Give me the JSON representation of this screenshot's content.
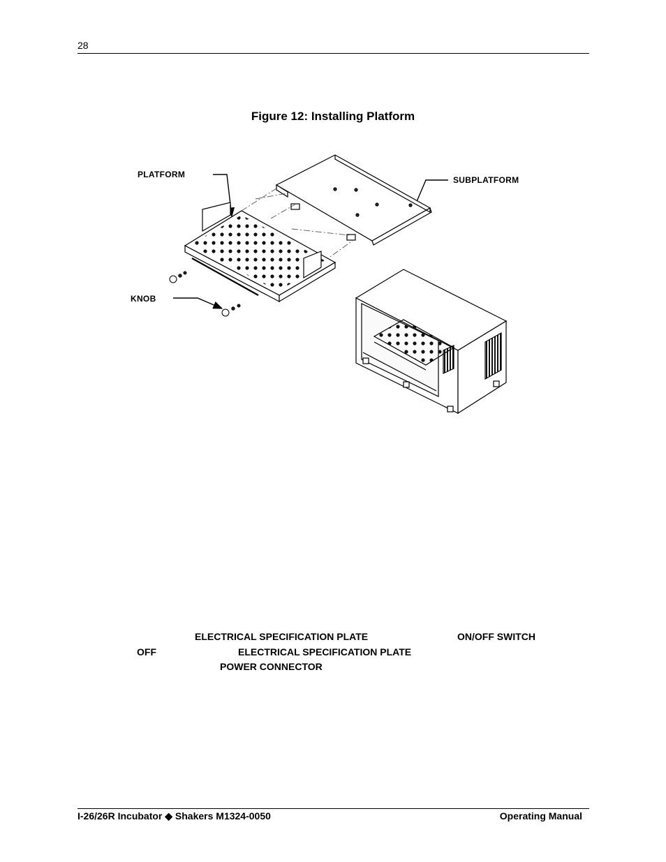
{
  "header": {
    "page_number": "28"
  },
  "figure": {
    "title": "Figure 12:  Installing Platform",
    "callouts": {
      "platform": "PLATFORM",
      "subplatform": "SUBPLATFORM",
      "knob": "KNOB"
    }
  },
  "body_fragments": {
    "electrical_plate_1": "ELECTRICAL SPECIFICATION PLATE",
    "on_off_switch": "ON/OFF SWITCH",
    "off": "OFF",
    "electrical_plate_2": "ELECTRICAL SPECIFICATION PLATE",
    "power_connector": "POWER CONNECTOR"
  },
  "footer": {
    "left": "I-26/26R Incubator ◆ Shakers M1324-0050",
    "right": "Operating Manual"
  }
}
